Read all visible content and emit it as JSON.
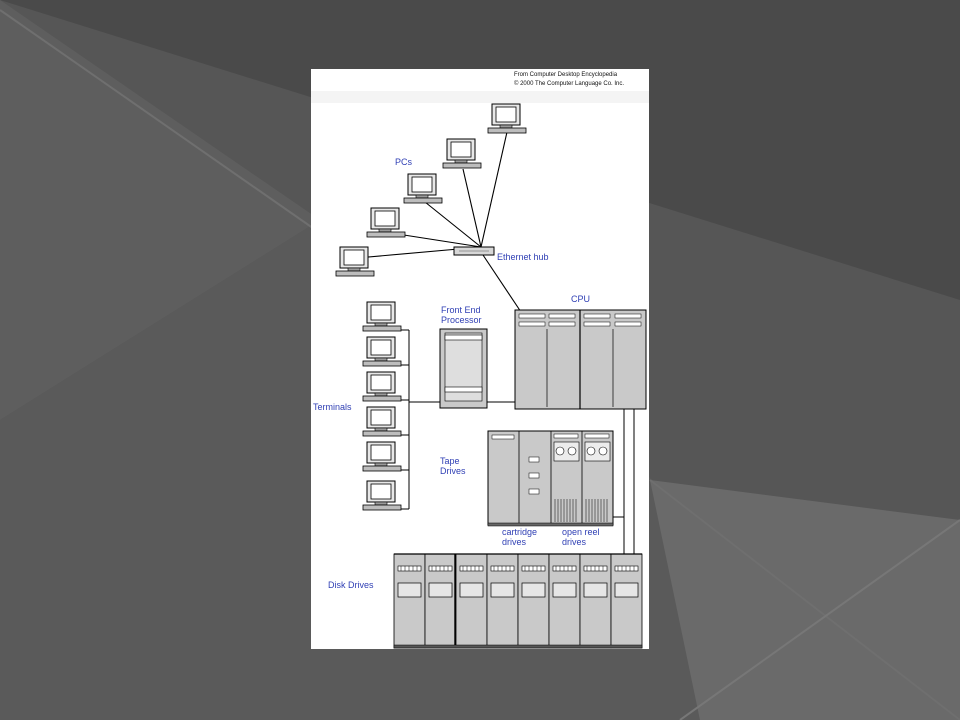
{
  "slide": {
    "background": "#565656",
    "stripe_light": "#6e6e6e",
    "stripe_dark": "#3f3f3f"
  },
  "diagram": {
    "source_line1": "From Computer Desktop Encyclopedia",
    "source_line2": "© 2000 The Computer Language Co. Inc.",
    "labels": {
      "pcs": "PCs",
      "ethernet_hub": "Ethernet hub",
      "front_end_1": "Front End",
      "front_end_2": "Processor",
      "cpu": "CPU",
      "terminals": "Terminals",
      "tape_1": "Tape",
      "tape_2": "Drives",
      "cartridge_1": "cartridge",
      "cartridge_2": "drives",
      "open_reel_1": "open reel",
      "open_reel_2": "drives",
      "disk_drives": "Disk Drives"
    },
    "colors": {
      "label": "#2f3fb4",
      "equipment": "#c9c9c9",
      "line": "#000000"
    },
    "counts": {
      "pcs": 5,
      "terminals": 6,
      "disk_drive_units": 8
    }
  }
}
